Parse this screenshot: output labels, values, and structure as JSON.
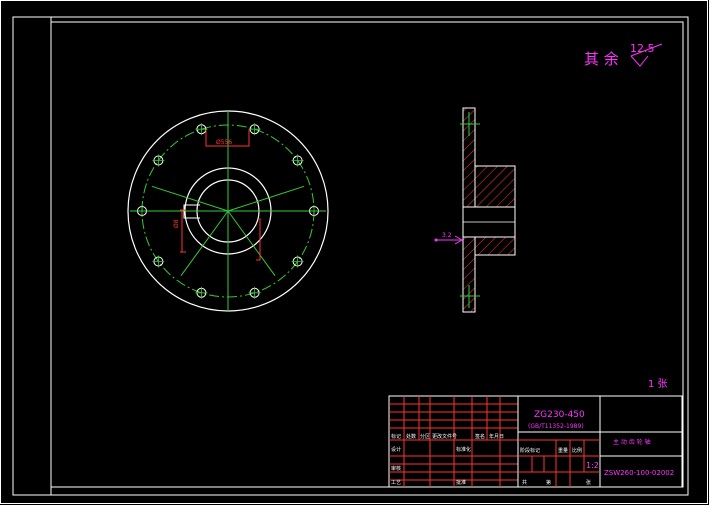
{
  "roughness_note": {
    "prefix": "其 余",
    "value": "12.5"
  },
  "front_view": {
    "bolt_circle_dim": "Ø556",
    "bore_dim": "Ø8"
  },
  "section_view": {
    "surface_dim": "3.2"
  },
  "sheet_count": "1 张",
  "title_block": {
    "part_name": "ZG230-450",
    "standard": "(GB/T11352-1989)",
    "scale": "1:2",
    "drawing_no": "ZSW260-100-02002",
    "org_name": "主 动 齿 轮 轴",
    "header_cells": [
      "标记",
      "处数",
      "分区",
      "更改文件号",
      "签名",
      "年月日"
    ],
    "design_label": "设计",
    "std_label": "标准化",
    "stage_label": "阶段标记",
    "weight_label": "重量",
    "ratio_label": "比例",
    "review_label": "审核",
    "process_label": "工艺",
    "approve_label": "批准",
    "sheet_label": "共",
    "page_label": "第",
    "page_suffix": "张"
  },
  "colors": {
    "background": "#000000",
    "border": "#ffffff",
    "outline": "#ffffff",
    "centerline": "#33cc33",
    "dimension": "#ff3333",
    "text": "#ff33ff",
    "hatch": "#ff3333"
  }
}
